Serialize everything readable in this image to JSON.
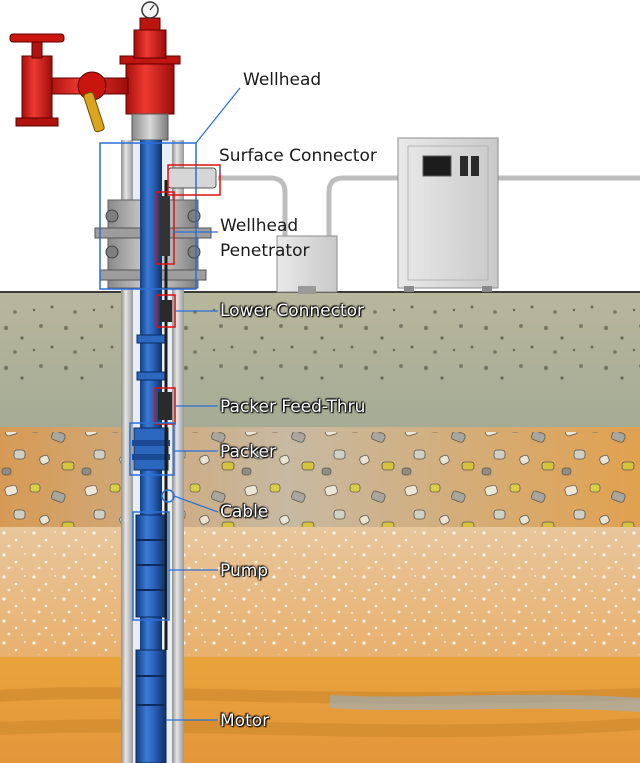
{
  "diagram": {
    "labels": {
      "wellhead": "Wellhead",
      "surface_connector": "Surface Connector",
      "wellhead_penetrator_line1": "Wellhead",
      "wellhead_penetrator_line2": "Penetrator",
      "lower_connector": "Lower Connector",
      "packer_feed_thru": "Packer Feed-Thru",
      "packer": "Packer",
      "cable": "Cable",
      "pump": "Pump",
      "motor": "Motor"
    },
    "colors": {
      "sky": "#ffffff",
      "soil_top": "#b9b9a0",
      "soil_mid": "#a8ae96",
      "sand_orange": "#d9a25a",
      "gravel_band": "#c98a4a",
      "sand_light": "#e6c7a0",
      "deep_orange": "#e7a23c",
      "tubing_blue": "#1f5fb8",
      "casing_gray": "#b8b8b8",
      "wellhead_red": "#d8201c",
      "callout_red": "#d11",
      "callout_blue": "#2a6fd6",
      "cabinet_gray": "#d7d7d7"
    }
  }
}
